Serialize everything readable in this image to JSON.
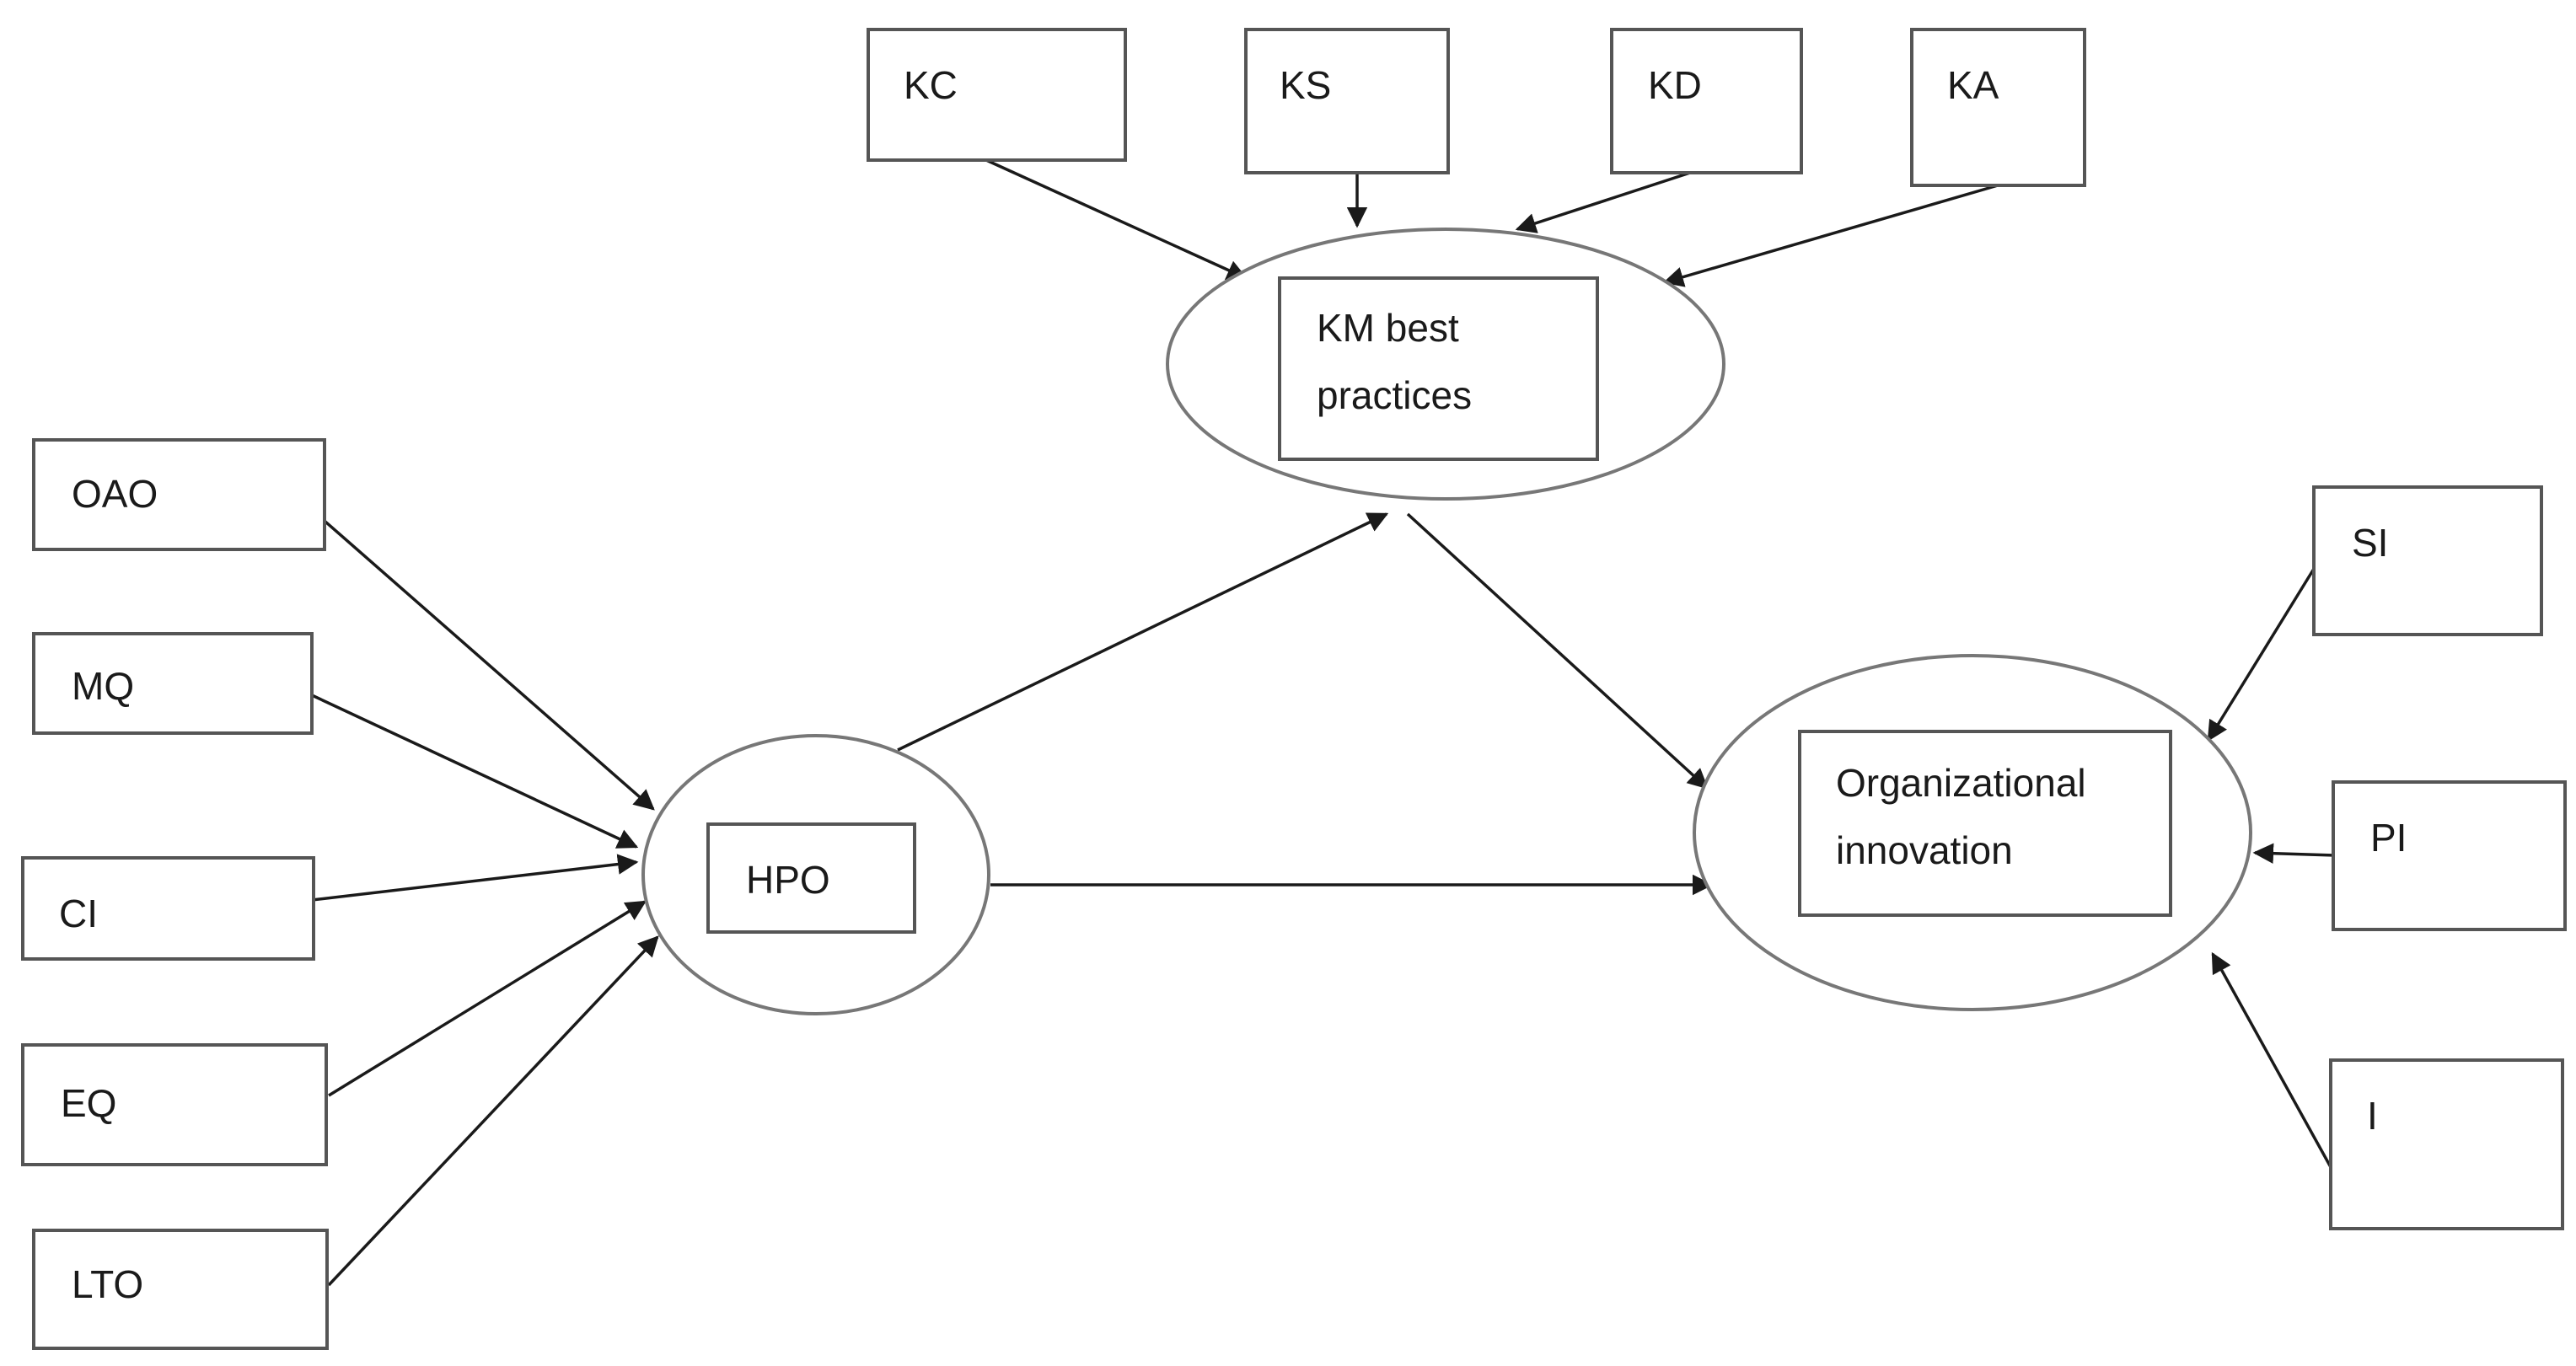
{
  "indicators_top": {
    "kc": "KC",
    "ks": "KS",
    "kd": "KD",
    "ka": "KA"
  },
  "indicators_left": {
    "oao": "OAO",
    "mq": "MQ",
    "ci": "CI",
    "eq": "EQ",
    "lto": "LTO"
  },
  "indicators_right": {
    "si": "SI",
    "pi": "PI",
    "i": "I"
  },
  "constructs": {
    "km_line1": "KM best",
    "km_line2": "practices",
    "hpo": "HPO",
    "oi_line1": "Organizational",
    "oi_line2": "innovation"
  },
  "colors": {
    "box_stroke": "#555555",
    "oval_stroke": "#777777",
    "arrow": "#1a1a1a"
  }
}
